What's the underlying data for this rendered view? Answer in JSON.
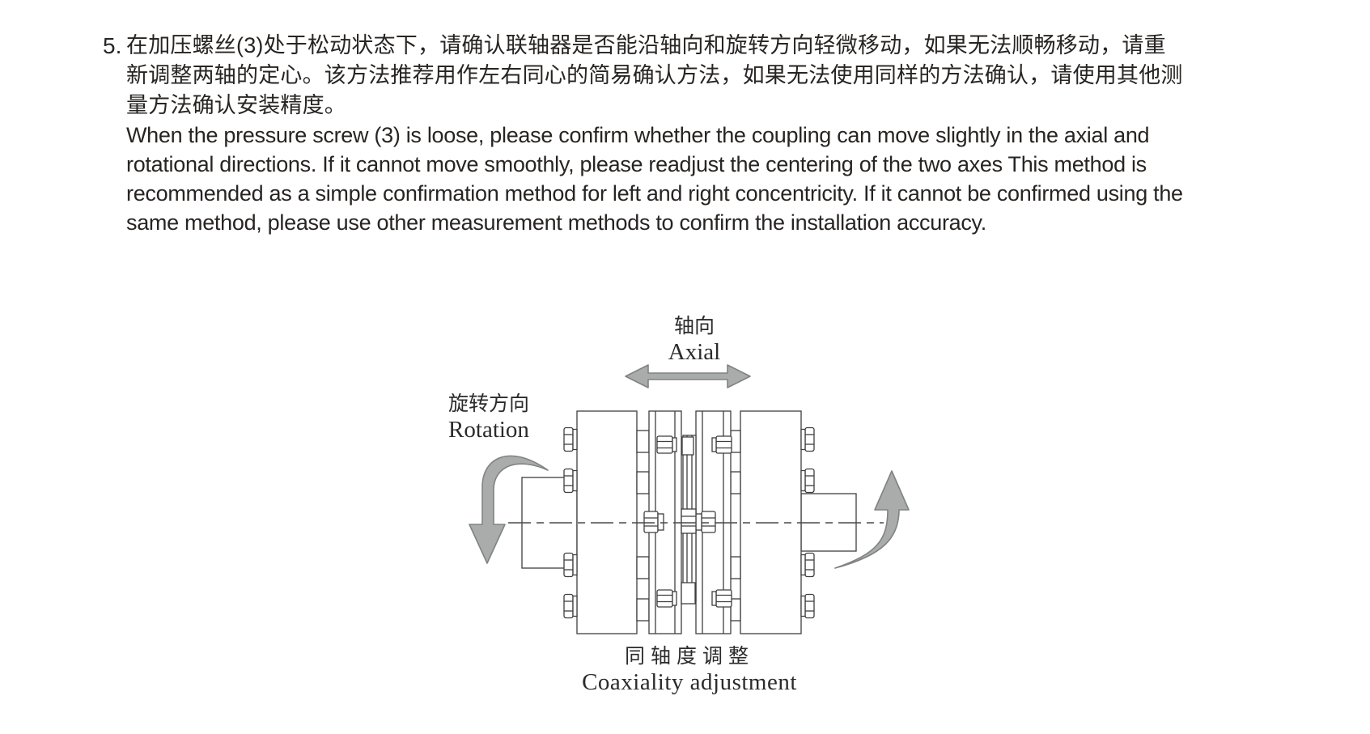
{
  "document": {
    "item_number": "5.",
    "paragraph_zh": "在加压螺丝(3)处于松动状态下，请确认联轴器是否能沿轴向和旋转方向轻微移动，如果无法顺畅移动，请重新调整两轴的定心。该方法推荐用作左右同心的简易确认方法，如果无法使用同样的方法确认，请使用其他测量方法确认安装精度。",
    "paragraph_en": "When the pressure screw (3) is loose, please confirm whether the coupling can move slightly in the axial and rotational directions. If it cannot move smoothly, please readjust the centering of the two axes This method is recommended as a simple confirmation method for left and right concentricity. If it cannot be confirmed using the same method, please use other measurement methods to confirm the installation accuracy."
  },
  "diagram": {
    "labels": {
      "axial_zh": "轴向",
      "axial_en": "Axial",
      "rotation_zh": "旋转方向",
      "rotation_en": "Rotation"
    },
    "caption_zh": "同轴度调整",
    "caption_en": "Coaxiality adjustment",
    "colors": {
      "arrow_fill": "#a9acab",
      "arrow_stroke": "#7f8382",
      "line_color": "#3f3f3f",
      "text_color": "#272422"
    }
  }
}
